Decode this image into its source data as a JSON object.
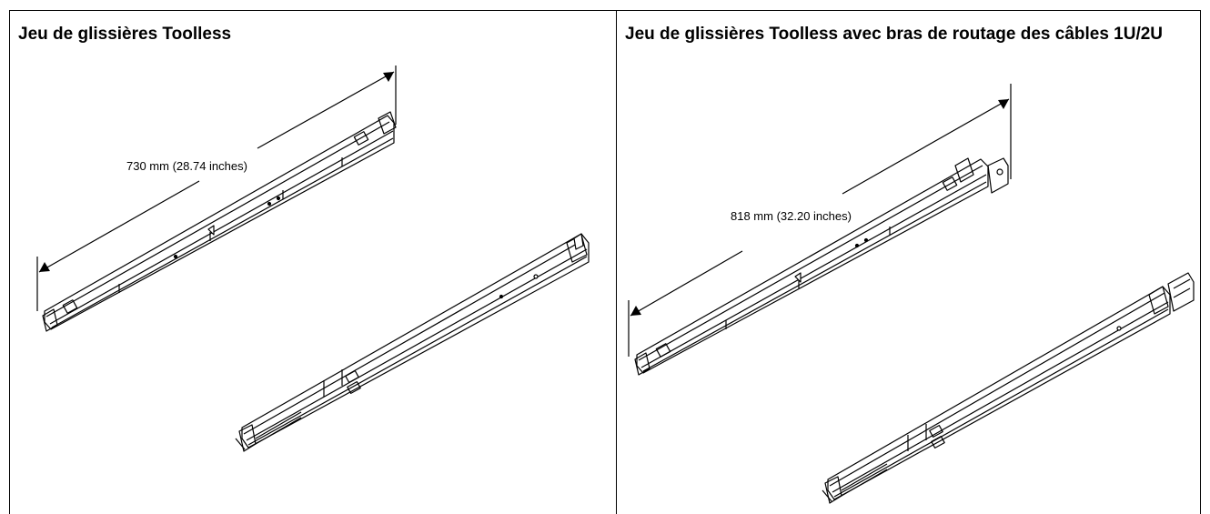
{
  "panels": [
    {
      "title": "Jeu de glissières Toolless",
      "dimension_label": "730 mm (28.74 inches)"
    },
    {
      "title": "Jeu de glissières Toolless avec bras de routage des câbles 1U/2U",
      "dimension_label": "818 mm (32.20 inches)"
    }
  ]
}
